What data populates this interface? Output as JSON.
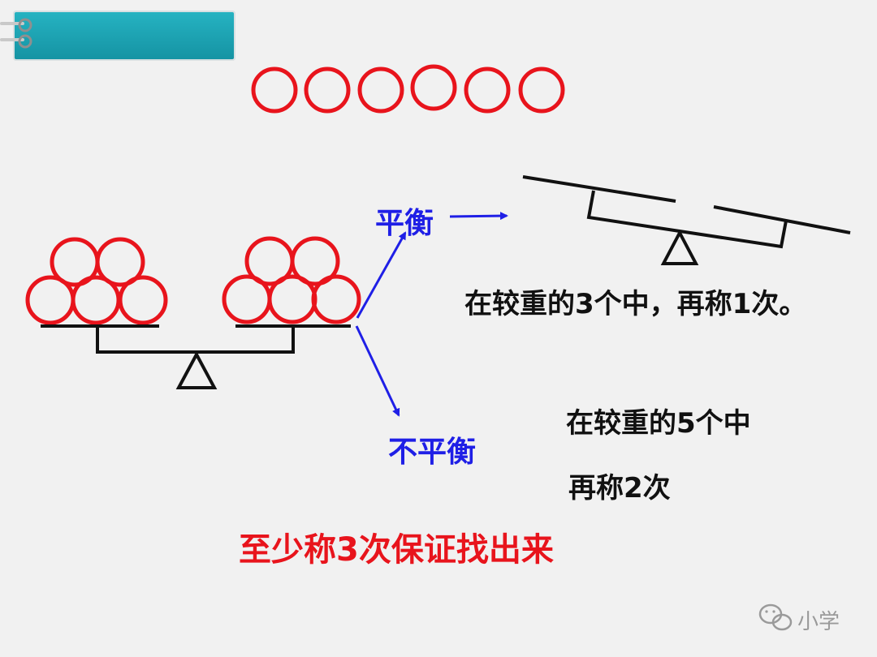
{
  "labels": {
    "balanced": "平衡",
    "unbalanced": "不平衡"
  },
  "notes": {
    "balanced": "在较重的3个中，再称1次。",
    "unbalanced_line1": "在较重的5个中",
    "unbalanced_line2": "再称2次"
  },
  "conclusion": "至少称3次保证找出来",
  "watermark": "小学",
  "colors": {
    "background": "#f1f1f1",
    "header_tab": "#1aa3b3",
    "circle_red": "#e8141c",
    "arrow_blue": "#1f1fe6",
    "text_black": "#111111"
  },
  "icons": [
    "binder-ring-icon",
    "wechat-icon"
  ]
}
